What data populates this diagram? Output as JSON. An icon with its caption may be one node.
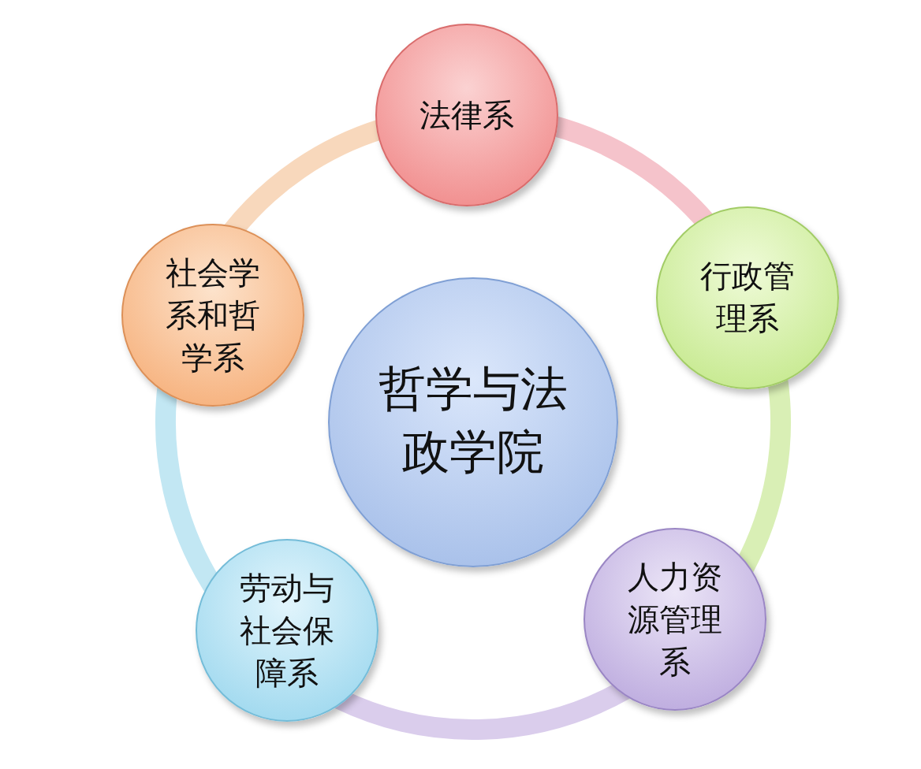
{
  "diagram": {
    "nodes": [
      {
        "text": [
          "哲学与法政学院"
        ]
      },
      {
        "text": [
          "法律系"
        ]
      },
      {
        "text": [
          "行政管理系"
        ]
      },
      {
        "text": [
          "人力资源管理系"
        ]
      },
      {
        "text": [
          "劳动与社会保障系"
        ]
      },
      {
        "text": [
          "社会学系和哲学系"
        ]
      }
    ],
    "edges": [
      {
        "from": 1,
        "to": 2,
        "arrow": "none",
        "color": "#f5c3cb"
      },
      {
        "from": 2,
        "to": 3,
        "arrow": "none",
        "color": "#d9efb5"
      },
      {
        "from": 3,
        "to": 4,
        "arrow": "none",
        "color": "#dacdec"
      },
      {
        "from": 4,
        "to": 5,
        "arrow": "none",
        "color": "#c2e7f3"
      },
      {
        "from": 5,
        "to": 1,
        "arrow": "none",
        "color": "#f8d8bc"
      }
    ]
  }
}
